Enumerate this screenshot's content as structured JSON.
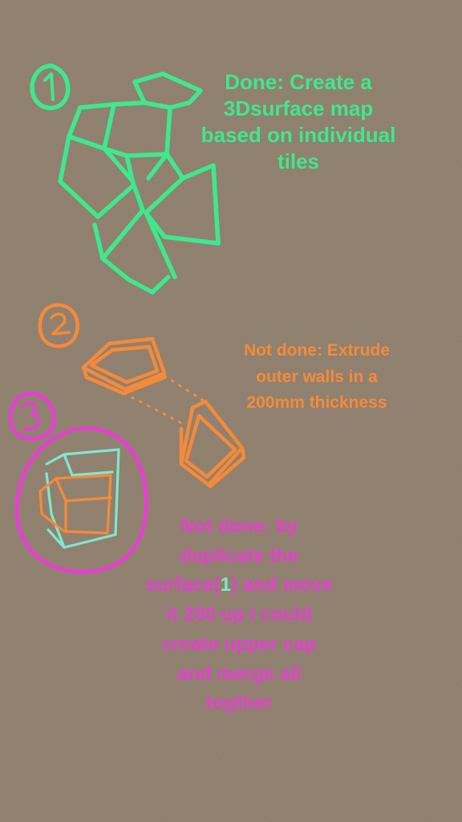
{
  "colors": {
    "background": "#8a7a68",
    "step1": "#3ee88e",
    "step2": "#f58a3a",
    "step3": "#e63fd0",
    "step3_accent": "#7ee8d0"
  },
  "steps": [
    {
      "number": "1",
      "lines": [
        "Done: Create a",
        "3Dsurface map",
        "based on individual",
        "tiles"
      ]
    },
    {
      "number": "2",
      "lines": [
        "Not done: Extrude",
        "outer walls in a",
        "200mm thickness"
      ]
    },
    {
      "number": "3",
      "lines": [
        "Not done: by",
        "duplicate the",
        "surface(",
        "1",
        ") and move",
        "it 200 up I could",
        "create upper cap",
        "and merge all",
        "togther"
      ]
    }
  ]
}
